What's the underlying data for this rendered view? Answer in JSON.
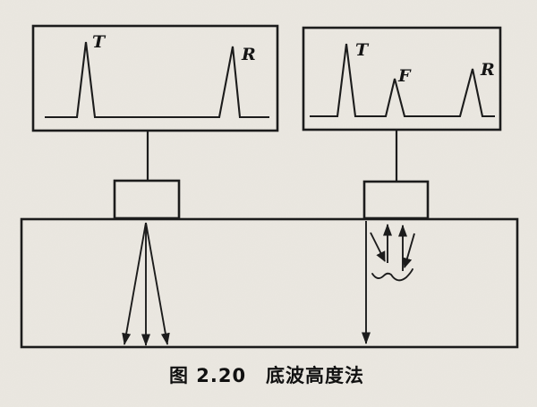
{
  "figure_caption": "图 2.20　底波高度法",
  "screens": {
    "left": {
      "peaks": [
        {
          "label": "T"
        },
        {
          "label": "R"
        }
      ]
    },
    "right": {
      "peaks": [
        {
          "label": "T"
        },
        {
          "label": "F"
        },
        {
          "label": "R"
        }
      ]
    }
  },
  "colors": {
    "background": "#ebe8e1",
    "line": "#1c1c1c",
    "label_text": "#141414"
  }
}
